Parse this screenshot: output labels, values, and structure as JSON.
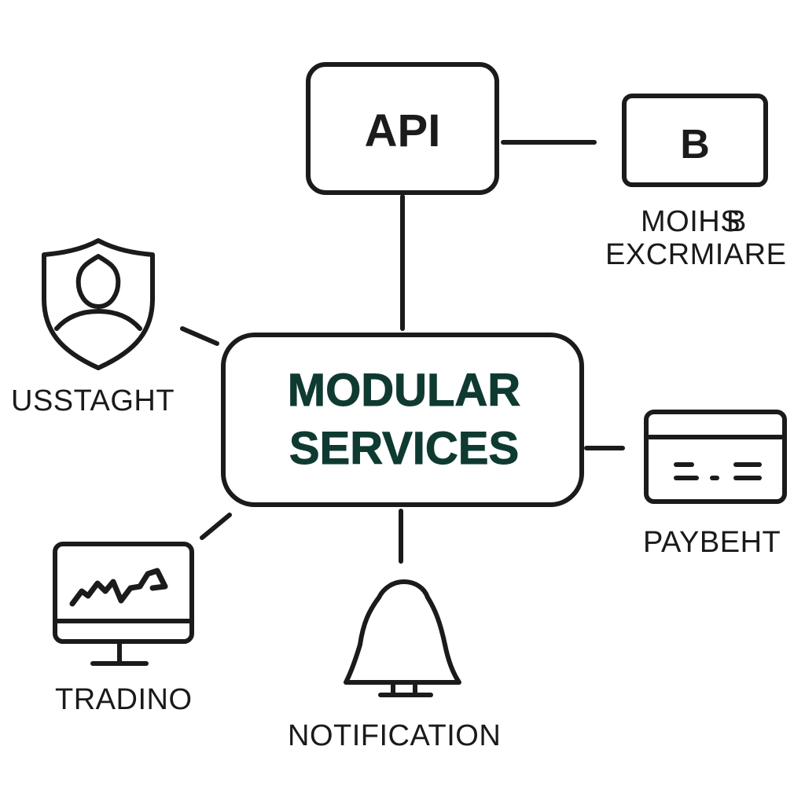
{
  "hub": {
    "line1": "MODULAR",
    "line2": "SERVICES"
  },
  "nodes": {
    "api": {
      "label": "API"
    },
    "b": {
      "label": "B",
      "caption_line1": "MOIHS",
      "caption_line1_extra": "B",
      "caption_line2": "EXCRMIARE"
    },
    "user": {
      "caption": "USSTAGHT"
    },
    "payment": {
      "caption": "PAYBEHT"
    },
    "trading": {
      "caption": "TRADINO"
    },
    "notification": {
      "caption": "NOTIFICATION"
    }
  },
  "colors": {
    "stroke": "#1b1b1b",
    "hub_text": "#0f3a32",
    "background": "#ffffff"
  },
  "icons": {
    "user": "shield-user-icon",
    "payment": "credit-card-icon",
    "trading": "monitor-chart-icon",
    "notification": "bell-icon"
  }
}
